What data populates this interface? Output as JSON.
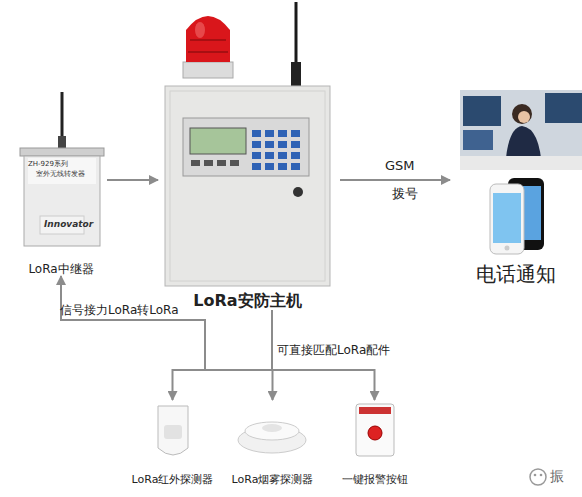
{
  "diagram": {
    "nodes": [
      {
        "text": [
          "LoRa中继器"
        ]
      },
      {
        "text": [
          "LoRa安防主机"
        ]
      },
      {
        "text": [
          "电话通知"
        ]
      },
      {
        "text": [
          "LoRa红外探测器"
        ]
      },
      {
        "text": [
          "LoRa烟雾探测器"
        ]
      },
      {
        "text": [
          "一键报警按钮"
        ]
      }
    ],
    "edges": [
      {
        "from": 0,
        "to": 1,
        "arrow": "to"
      },
      {
        "from": 1,
        "to": 2,
        "label": "GSM",
        "arrow": "to"
      },
      {
        "from": 1,
        "to": 3,
        "arrow": "to"
      },
      {
        "from": 1,
        "to": 4,
        "label": "可直接匹配LoRa配件",
        "arrow": "to"
      },
      {
        "from": 1,
        "to": 5,
        "arrow": "to"
      },
      {
        "from": 1,
        "to": 0,
        "label": "信号接力LoRa转LoRa",
        "arrow": "to"
      }
    ],
    "labels": [
      "ZH-929系列",
      "室外无线转发器",
      "Innovator",
      "拨号",
      "振"
    ]
  }
}
